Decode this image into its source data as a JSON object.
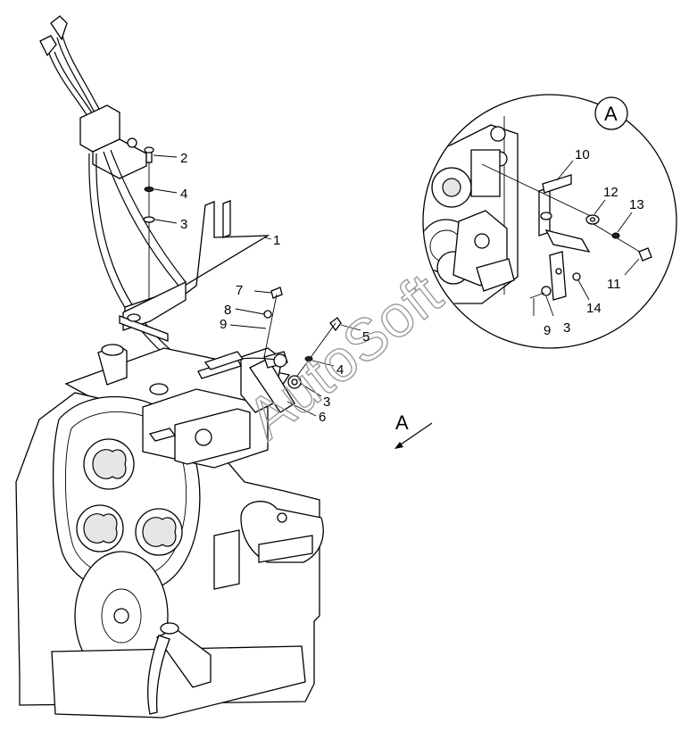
{
  "diagram": {
    "detail_label": "A",
    "view_label": "A",
    "watermark": "AutoSoft",
    "callouts": [
      {
        "id": "c1",
        "text": "1"
      },
      {
        "id": "c2",
        "text": "2"
      },
      {
        "id": "c3a",
        "text": "3"
      },
      {
        "id": "c3b",
        "text": "3"
      },
      {
        "id": "c3c",
        "text": "3"
      },
      {
        "id": "c4a",
        "text": "4"
      },
      {
        "id": "c4b",
        "text": "4"
      },
      {
        "id": "c5",
        "text": "5"
      },
      {
        "id": "c6",
        "text": "6"
      },
      {
        "id": "c7",
        "text": "7"
      },
      {
        "id": "c8",
        "text": "8"
      },
      {
        "id": "c9a",
        "text": "9"
      },
      {
        "id": "c9b",
        "text": "9"
      },
      {
        "id": "c10",
        "text": "10"
      },
      {
        "id": "c11",
        "text": "11"
      },
      {
        "id": "c12",
        "text": "12"
      },
      {
        "id": "c13",
        "text": "13"
      },
      {
        "id": "c14",
        "text": "14"
      }
    ]
  }
}
